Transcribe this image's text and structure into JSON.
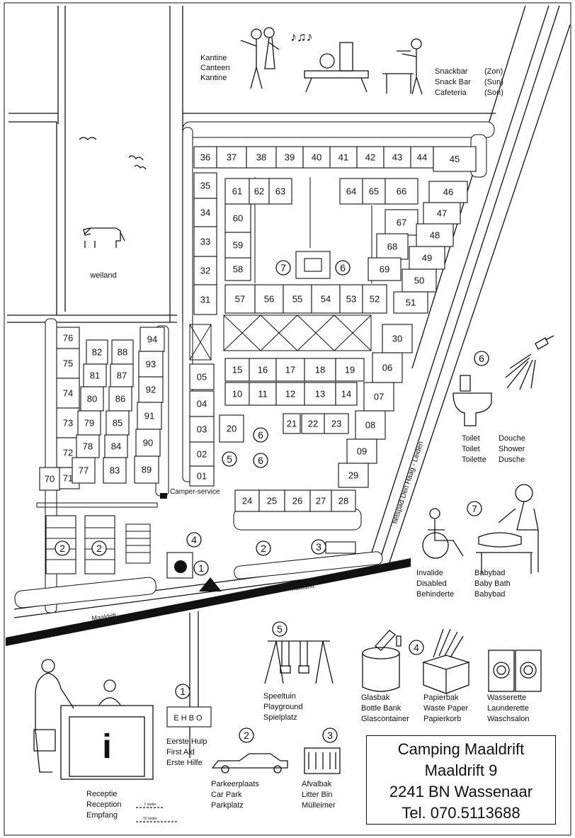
{
  "header": {
    "canteen": [
      "Kantine",
      "Canteen",
      "Kantine"
    ],
    "snackbar": [
      "Snackbar",
      "Snack Bar",
      "Cafeteria"
    ],
    "snackbar_days": [
      "(Zon)",
      "(Sun)",
      "(Son)"
    ]
  },
  "map": {
    "meadow_label": "weiland",
    "camper_service": "Camper-service",
    "road_label": "Maaldrift",
    "bike_path": "fietspad Den Haag - Leiden",
    "plots": [
      "36",
      "37",
      "38",
      "39",
      "40",
      "41",
      "42",
      "43",
      "44",
      "45",
      "35",
      "34",
      "33",
      "32",
      "31",
      "61",
      "62",
      "63",
      "64",
      "65",
      "66",
      "60",
      "59",
      "58",
      "67",
      "68",
      "69",
      "46",
      "47",
      "48",
      "49",
      "50",
      "51",
      "57",
      "56",
      "55",
      "54",
      "53",
      "52",
      "30",
      "06",
      "07",
      "08",
      "09",
      "29",
      "15",
      "16",
      "17",
      "18",
      "19",
      "10",
      "11",
      "12",
      "13",
      "14",
      "05",
      "04",
      "03",
      "02",
      "01",
      "20",
      "21",
      "22",
      "23",
      "24",
      "25",
      "26",
      "27",
      "28",
      "76",
      "75",
      "74",
      "73",
      "72",
      "71",
      "70",
      "82",
      "88",
      "81",
      "87",
      "80",
      "86",
      "79",
      "85",
      "78",
      "84",
      "77",
      "83",
      "94",
      "93",
      "92",
      "91",
      "90",
      "89"
    ],
    "markers": [
      "1",
      "2",
      "3",
      "4",
      "5",
      "6",
      "7"
    ]
  },
  "legend": {
    "toilet": {
      "num": "6",
      "labels": [
        "Toilet",
        "Toilet",
        "Toilette"
      ]
    },
    "shower": {
      "labels": [
        "Douche",
        "Shower",
        "Dusche"
      ]
    },
    "disabled": {
      "labels": [
        "Invalide",
        "Disabled",
        "Behinderte"
      ]
    },
    "babybath": {
      "num": "7",
      "labels": [
        "Babybad",
        "Baby Bath",
        "Babybad"
      ]
    },
    "playground": {
      "num": "5",
      "labels": [
        "Speeltuin",
        "Playground",
        "Spielplatz"
      ]
    },
    "recycling": {
      "num": "4"
    },
    "bottle": {
      "labels": [
        "Glasbak",
        "Bottle Bank",
        "Glascontainer"
      ]
    },
    "paper": {
      "labels": [
        "Papierbak",
        "Waste Paper",
        "Papierkorb"
      ]
    },
    "laundry": {
      "labels": [
        "Wasserette",
        "Launderette",
        "Waschsalon"
      ]
    },
    "firstaid": {
      "num": "1",
      "sign": "EHBO",
      "labels": [
        "Eerste Hulp",
        "First Aid",
        "Erste Hilfe"
      ]
    },
    "parking": {
      "num": "2",
      "labels": [
        "Parkeerplaats",
        "Car Park",
        "Parkplatz"
      ]
    },
    "litter": {
      "num": "3",
      "labels": [
        "Afvalbak",
        "Litter Bin",
        "Mülleimer"
      ]
    },
    "reception": {
      "sign": "i",
      "labels": [
        "Receptie",
        "Reception",
        "Empfang"
      ]
    },
    "scale": {
      "small": "1 meter",
      "large": "10 meter"
    }
  },
  "address": {
    "line1": "Camping Maaldrift",
    "line2": "Maaldrift 9",
    "line3": "2241 BN Wassenaar",
    "line4": "Tel. 070.5113688"
  }
}
